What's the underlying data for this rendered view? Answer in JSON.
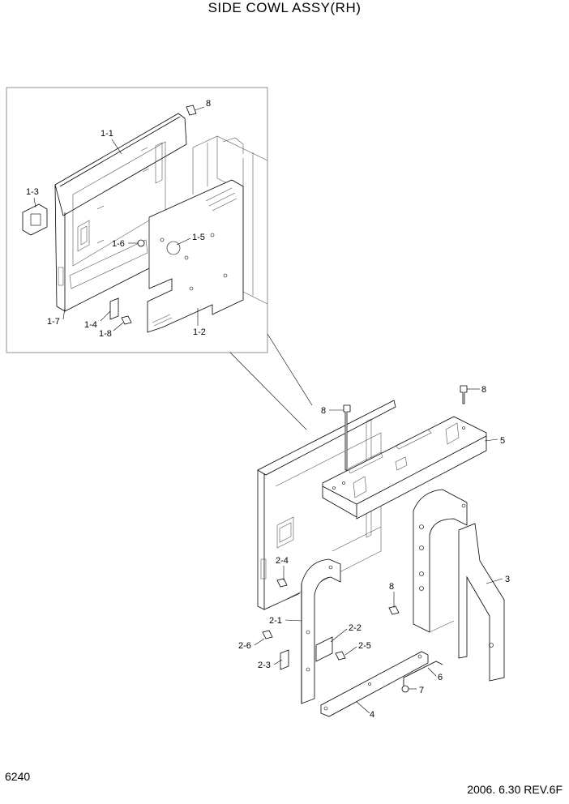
{
  "title": "SIDE COWL ASSY(RH)",
  "page_number": "6240",
  "revision": "2006. 6.30  REV.6F",
  "callouts": [
    {
      "id": "c-1-1",
      "text": "1-1"
    },
    {
      "id": "c-1-3",
      "text": "1-3"
    },
    {
      "id": "c-8a",
      "text": "8"
    },
    {
      "id": "c-1-6",
      "text": "1-6"
    },
    {
      "id": "c-1-5",
      "text": "1-5"
    },
    {
      "id": "c-1-7",
      "text": "1-7"
    },
    {
      "id": "c-1-4",
      "text": "1-4"
    },
    {
      "id": "c-1-8",
      "text": "1-8"
    },
    {
      "id": "c-1-2",
      "text": "1-2"
    },
    {
      "id": "c-8b",
      "text": "8"
    },
    {
      "id": "c-8c",
      "text": "8"
    },
    {
      "id": "c-5",
      "text": "5"
    },
    {
      "id": "c-3",
      "text": "3"
    },
    {
      "id": "c-2-4",
      "text": "2-4"
    },
    {
      "id": "c-8d",
      "text": "8"
    },
    {
      "id": "c-2-1",
      "text": "2-1"
    },
    {
      "id": "c-2-2",
      "text": "2-2"
    },
    {
      "id": "c-2-6",
      "text": "2-6"
    },
    {
      "id": "c-2-5",
      "text": "2-5"
    },
    {
      "id": "c-2-3",
      "text": "2-3"
    },
    {
      "id": "c-6",
      "text": "6"
    },
    {
      "id": "c-7",
      "text": "7"
    },
    {
      "id": "c-4",
      "text": "4"
    }
  ]
}
